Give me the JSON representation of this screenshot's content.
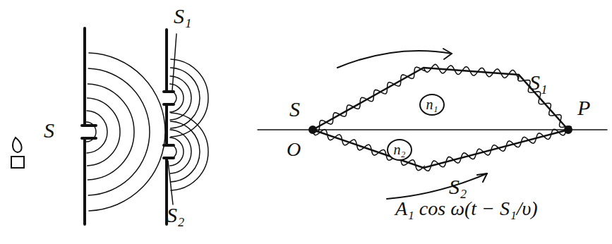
{
  "diagram": {
    "nodes": [
      {
        "text": [
          "n₁"
        ]
      },
      {
        "text": [
          "n₂"
        ]
      }
    ],
    "labels": [
      "S",
      "S₁",
      "S₂",
      "S",
      "O",
      "S₁",
      "S₂",
      "P",
      "A₁ cos ω(t − S₁/υ)"
    ]
  }
}
